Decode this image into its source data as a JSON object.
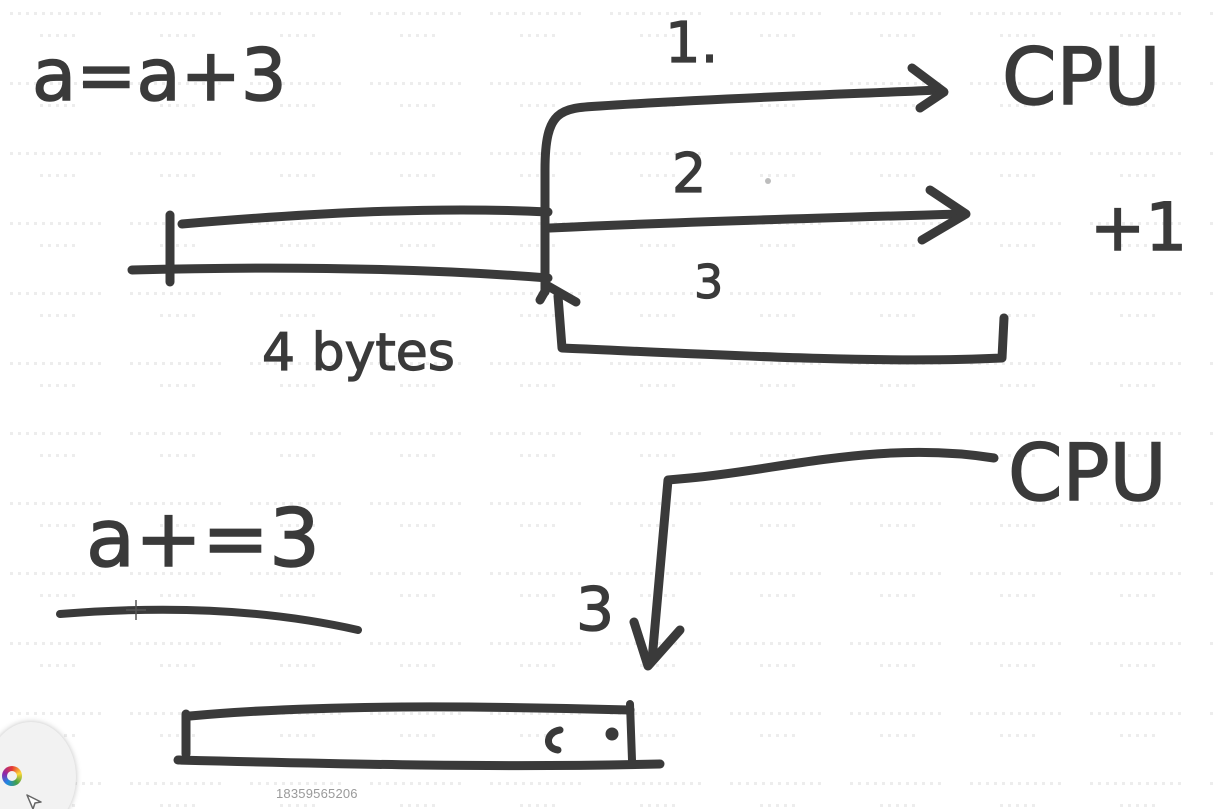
{
  "whiteboard": {
    "watermark": "18359565206",
    "ink_color": "#3a3a3a",
    "background_color": "#ffffff",
    "grid_text_color": "#ececec"
  },
  "annotations": {
    "eq1": "a=a+3",
    "bytes": "4 bytes",
    "cpu_top": "CPU",
    "step1": "1.",
    "step2": "2",
    "step3": "3",
    "plus_one": "+1",
    "eq2": "a+=3",
    "cpu_bottom": "CPU",
    "three_arrow": "3"
  },
  "toolbar": {
    "color_wheel": "color-wheel-icon",
    "pointer": "pointer-icon"
  }
}
